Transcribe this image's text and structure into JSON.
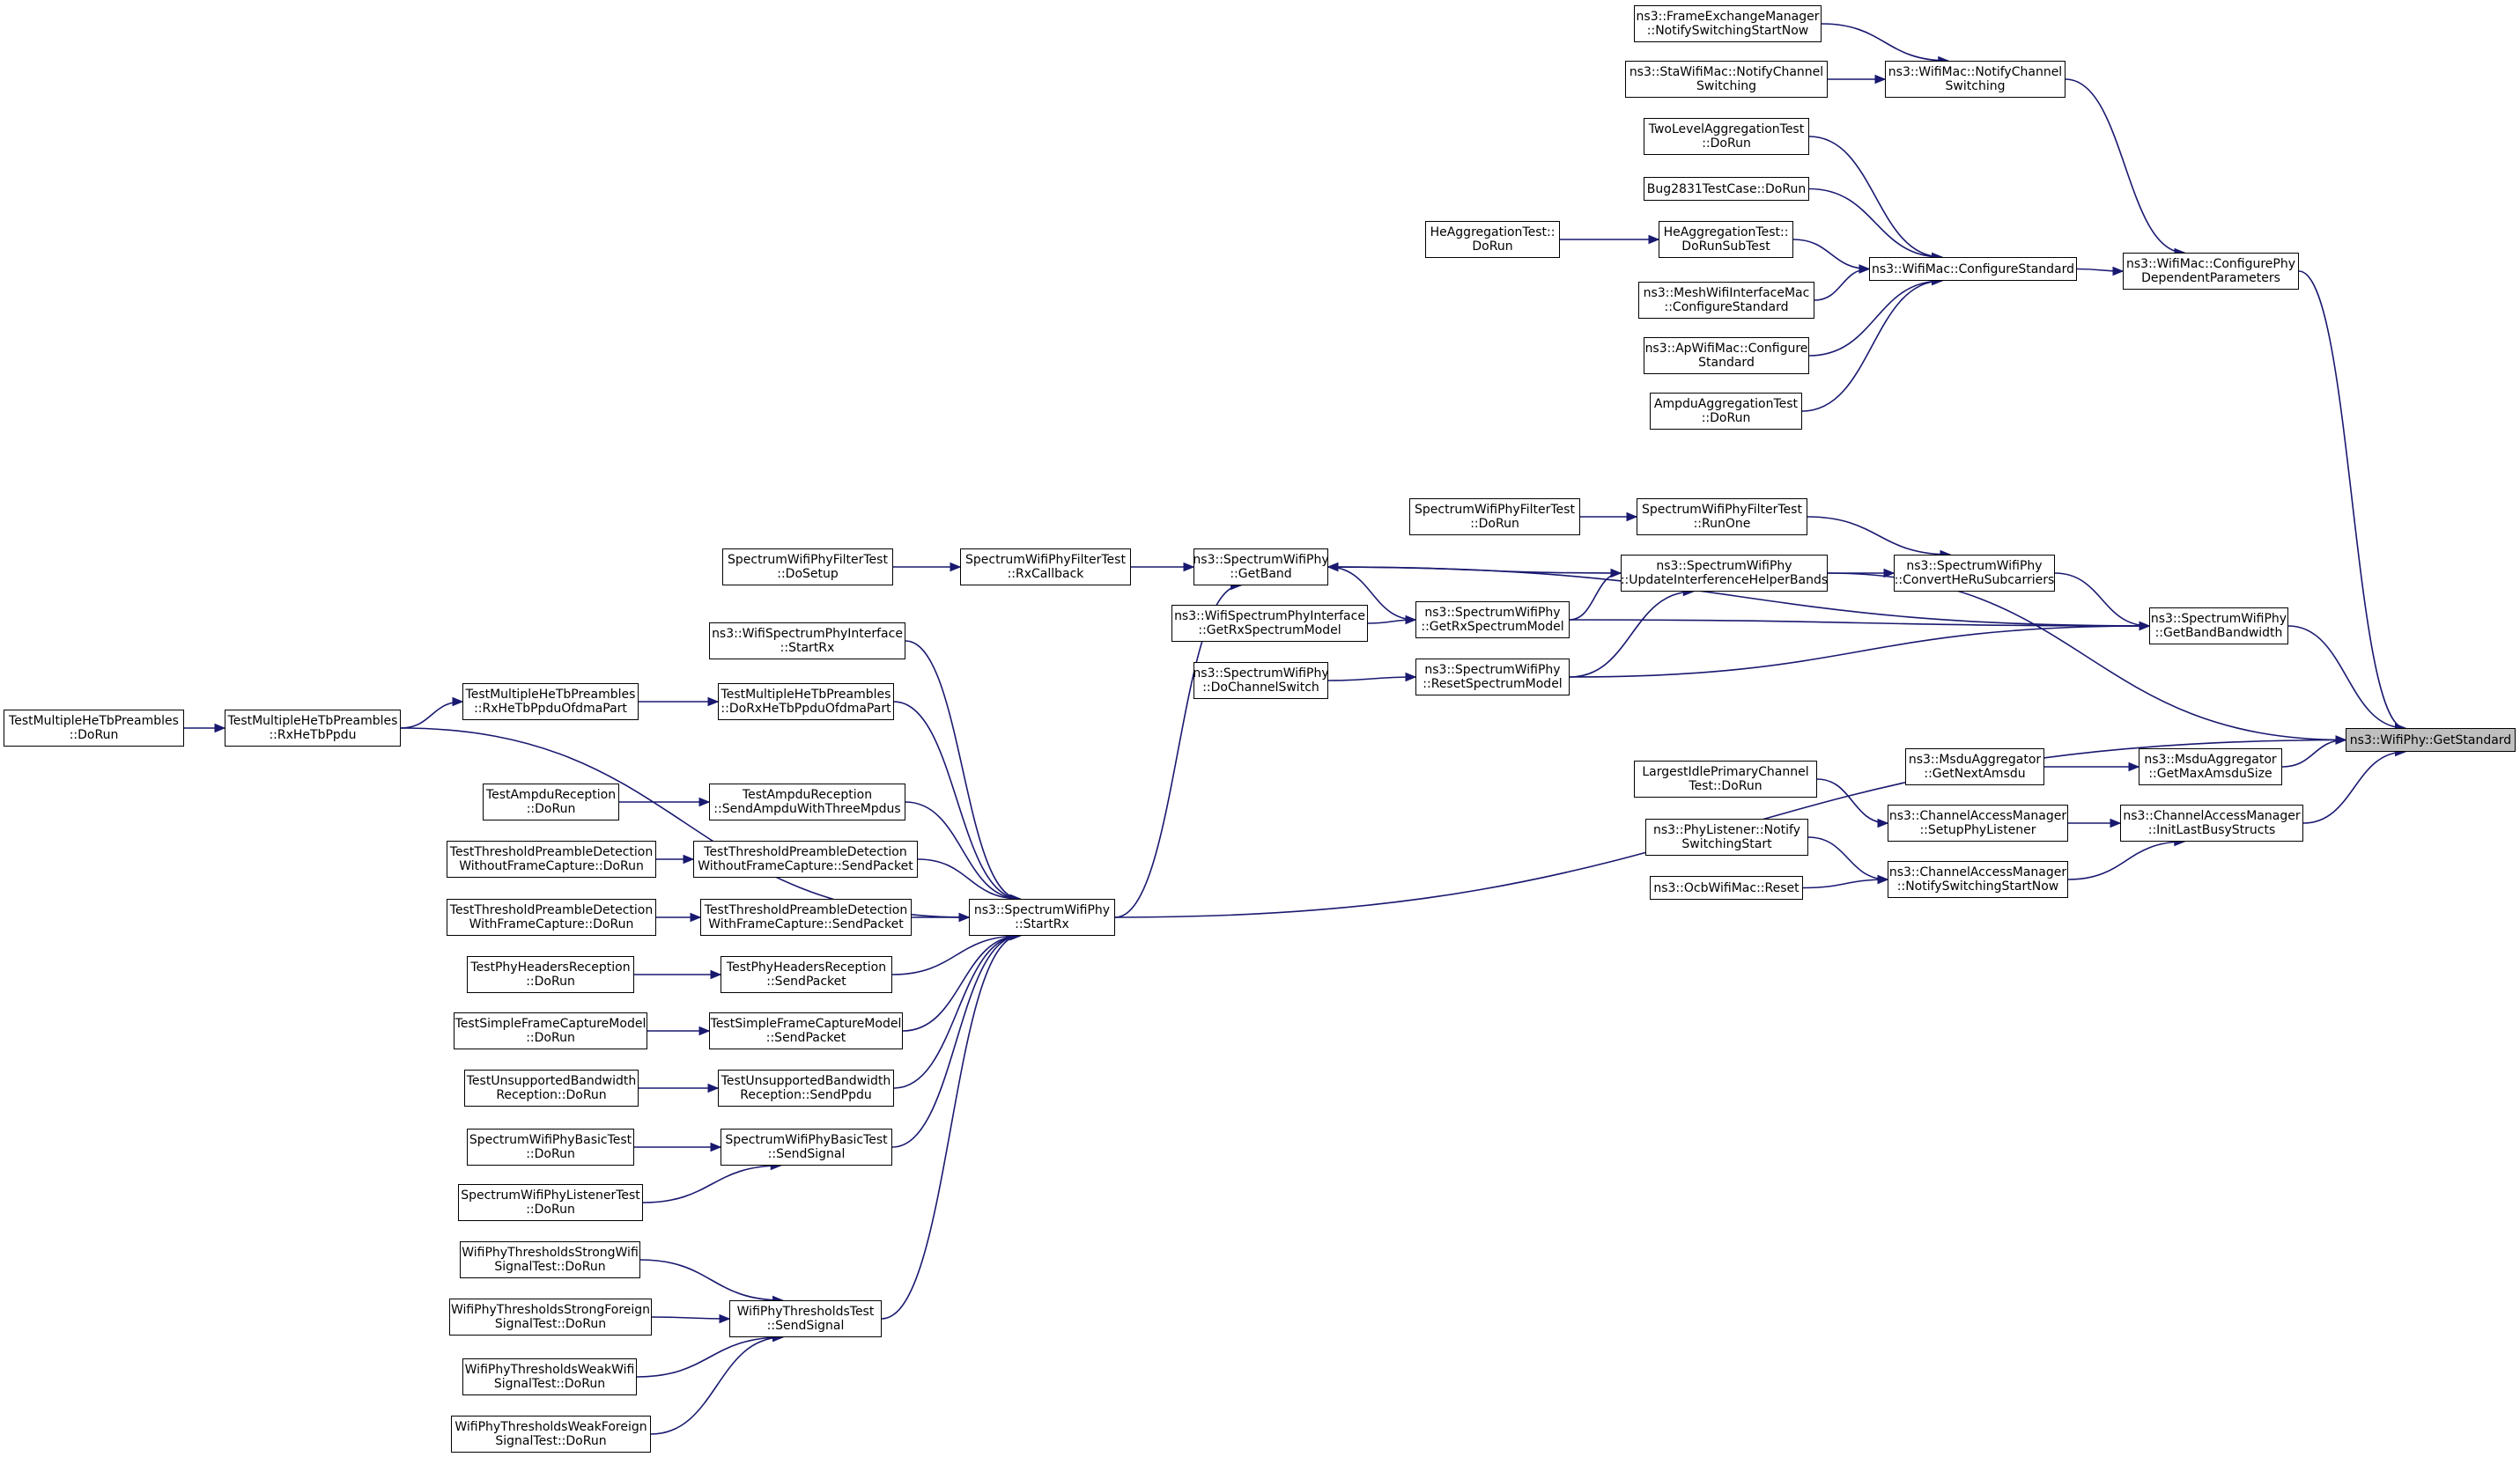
{
  "diagram": {
    "root_id": "GetStandard",
    "colors": {
      "edge": "#191970",
      "root_fill": "#bfbfbf",
      "node_border": "#000000"
    },
    "nodes": [
      {
        "id": "GetStandard",
        "lines": [
          "ns3::WifiPhy::GetStandard"
        ]
      },
      {
        "id": "ConfigurePhy",
        "lines": [
          "ns3::WifiMac::ConfigurePhy",
          "DependentParameters"
        ]
      },
      {
        "id": "GetBandBandwidth",
        "lines": [
          "ns3::SpectrumWifiPhy",
          "::GetBandBandwidth"
        ]
      },
      {
        "id": "GetMaxAmsduSize",
        "lines": [
          "ns3::MsduAggregator",
          "::GetMaxAmsduSize"
        ]
      },
      {
        "id": "InitLastBusyStructs",
        "lines": [
          "ns3::ChannelAccessManager",
          "::InitLastBusyStructs"
        ]
      },
      {
        "id": "NotifyChannelSwitching",
        "lines": [
          "ns3::WifiMac::NotifyChannel",
          "Switching"
        ]
      },
      {
        "id": "ConfigureStandard",
        "lines": [
          "ns3::WifiMac::ConfigureStandard"
        ]
      },
      {
        "id": "FEM_NotifySwitching",
        "lines": [
          "ns3::FrameExchangeManager",
          "::NotifySwitchingStartNow"
        ]
      },
      {
        "id": "StaNotifyChannel",
        "lines": [
          "ns3::StaWifiMac::NotifyChannel",
          "Switching"
        ]
      },
      {
        "id": "TwoLevelAgg",
        "lines": [
          "TwoLevelAggregationTest",
          "::DoRun"
        ]
      },
      {
        "id": "Bug2831",
        "lines": [
          "Bug2831TestCase::DoRun"
        ]
      },
      {
        "id": "HeAggDoRunSubTest",
        "lines": [
          "HeAggregationTest::",
          "DoRunSubTest"
        ]
      },
      {
        "id": "HeAggDoRun",
        "lines": [
          "HeAggregationTest::",
          "DoRun"
        ]
      },
      {
        "id": "MeshConfigure",
        "lines": [
          "ns3::MeshWifiInterfaceMac",
          "::ConfigureStandard"
        ]
      },
      {
        "id": "ApConfigure",
        "lines": [
          "ns3::ApWifiMac::Configure",
          "Standard"
        ]
      },
      {
        "id": "AmpduAgg",
        "lines": [
          "AmpduAggregationTest",
          "::DoRun"
        ]
      },
      {
        "id": "ConvertHeRu",
        "lines": [
          "ns3::SpectrumWifiPhy",
          "::ConvertHeRuSubcarriers"
        ]
      },
      {
        "id": "FilterRunOne",
        "lines": [
          "SpectrumWifiPhyFilterTest",
          "::RunOne"
        ]
      },
      {
        "id": "FilterDoRun",
        "lines": [
          "SpectrumWifiPhyFilterTest",
          "::DoRun"
        ]
      },
      {
        "id": "UpdateInterference",
        "lines": [
          "ns3::SpectrumWifiPhy",
          "::UpdateInterferenceHelperBands"
        ]
      },
      {
        "id": "GetBand",
        "lines": [
          "ns3::SpectrumWifiPhy",
          "::GetBand"
        ]
      },
      {
        "id": "FilterRxCallback",
        "lines": [
          "SpectrumWifiPhyFilterTest",
          "::RxCallback"
        ]
      },
      {
        "id": "FilterDoSetup",
        "lines": [
          "SpectrumWifiPhyFilterTest",
          "::DoSetup"
        ]
      },
      {
        "id": "GetRxSpectrumModel",
        "lines": [
          "ns3::SpectrumWifiPhy",
          "::GetRxSpectrumModel"
        ]
      },
      {
        "id": "IfaceGetRxSpectrumModel",
        "lines": [
          "ns3::WifiSpectrumPhyInterface",
          "::GetRxSpectrumModel"
        ]
      },
      {
        "id": "ResetSpectrumModel",
        "lines": [
          "ns3::SpectrumWifiPhy",
          "::ResetSpectrumModel"
        ]
      },
      {
        "id": "DoChannelSwitch",
        "lines": [
          "ns3::SpectrumWifiPhy",
          "::DoChannelSwitch"
        ]
      },
      {
        "id": "GetNextAmsdu",
        "lines": [
          "ns3::MsduAggregator",
          "::GetNextAmsdu"
        ]
      },
      {
        "id": "SetupPhyListener",
        "lines": [
          "ns3::ChannelAccessManager",
          "::SetupPhyListener"
        ]
      },
      {
        "id": "CAM_NotifySwitching",
        "lines": [
          "ns3::ChannelAccessManager",
          "::NotifySwitchingStartNow"
        ]
      },
      {
        "id": "LargestIdle",
        "lines": [
          "LargestIdlePrimaryChannel",
          "Test::DoRun"
        ]
      },
      {
        "id": "PhyListenerNotify",
        "lines": [
          "ns3::PhyListener::Notify",
          "SwitchingStart"
        ]
      },
      {
        "id": "OcbReset",
        "lines": [
          "ns3::OcbWifiMac::Reset"
        ]
      },
      {
        "id": "StartRx",
        "lines": [
          "ns3::SpectrumWifiPhy",
          "::StartRx"
        ]
      },
      {
        "id": "IfaceStartRx",
        "lines": [
          "ns3::WifiSpectrumPhyInterface",
          "::StartRx"
        ]
      },
      {
        "id": "DoRxHeTbPpdu",
        "lines": [
          "TestMultipleHeTbPreambles",
          "::DoRxHeTbPpduOfdmaPart"
        ]
      },
      {
        "id": "RxHeTbPpduOfdma",
        "lines": [
          "TestMultipleHeTbPreambles",
          "::RxHeTbPpduOfdmaPart"
        ]
      },
      {
        "id": "RxHeTbPpdu",
        "lines": [
          "TestMultipleHeTbPreambles",
          "::RxHeTbPpdu"
        ]
      },
      {
        "id": "MultiHeTbDoRun",
        "lines": [
          "TestMultipleHeTbPreambles",
          "::DoRun"
        ]
      },
      {
        "id": "SendAmpdu",
        "lines": [
          "TestAmpduReception",
          "::SendAmpduWithThreeMpdus"
        ]
      },
      {
        "id": "AmpduRecDoRun",
        "lines": [
          "TestAmpduReception",
          "::DoRun"
        ]
      },
      {
        "id": "TPD_NoCap_Send",
        "lines": [
          "TestThresholdPreambleDetection",
          "WithoutFrameCapture::SendPacket"
        ]
      },
      {
        "id": "TPD_NoCap_DoRun",
        "lines": [
          "TestThresholdPreambleDetection",
          "WithoutFrameCapture::DoRun"
        ]
      },
      {
        "id": "TPD_Cap_Send",
        "lines": [
          "TestThresholdPreambleDetection",
          "WithFrameCapture::SendPacket"
        ]
      },
      {
        "id": "TPD_Cap_DoRun",
        "lines": [
          "TestThresholdPreambleDetection",
          "WithFrameCapture::DoRun"
        ]
      },
      {
        "id": "PhyHeadersSend",
        "lines": [
          "TestPhyHeadersReception",
          "::SendPacket"
        ]
      },
      {
        "id": "PhyHeadersDoRun",
        "lines": [
          "TestPhyHeadersReception",
          "::DoRun"
        ]
      },
      {
        "id": "SimpleCapSend",
        "lines": [
          "TestSimpleFrameCaptureModel",
          "::SendPacket"
        ]
      },
      {
        "id": "SimpleCapDoRun",
        "lines": [
          "TestSimpleFrameCaptureModel",
          "::DoRun"
        ]
      },
      {
        "id": "UnsupSend",
        "lines": [
          "TestUnsupportedBandwidth",
          "Reception::SendPpdu"
        ]
      },
      {
        "id": "UnsupDoRun",
        "lines": [
          "TestUnsupportedBandwidth",
          "Reception::DoRun"
        ]
      },
      {
        "id": "BasicSend",
        "lines": [
          "SpectrumWifiPhyBasicTest",
          "::SendSignal"
        ]
      },
      {
        "id": "BasicDoRun",
        "lines": [
          "SpectrumWifiPhyBasicTest",
          "::DoRun"
        ]
      },
      {
        "id": "ListenerDoRun",
        "lines": [
          "SpectrumWifiPhyListenerTest",
          "::DoRun"
        ]
      },
      {
        "id": "ThreshSend",
        "lines": [
          "WifiPhyThresholdsTest",
          "::SendSignal"
        ]
      },
      {
        "id": "ThreshStrongWifi",
        "lines": [
          "WifiPhyThresholdsStrongWifi",
          "SignalTest::DoRun"
        ]
      },
      {
        "id": "ThreshStrongForeign",
        "lines": [
          "WifiPhyThresholdsStrongForeign",
          "SignalTest::DoRun"
        ]
      },
      {
        "id": "ThreshWeakWifi",
        "lines": [
          "WifiPhyThresholdsWeakWifi",
          "SignalTest::DoRun"
        ]
      },
      {
        "id": "ThreshWeakForeign",
        "lines": [
          "WifiPhyThresholdsWeakForeign",
          "SignalTest::DoRun"
        ]
      }
    ],
    "edges": [
      [
        "ConfigurePhy",
        "GetStandard"
      ],
      [
        "GetBandBandwidth",
        "GetStandard"
      ],
      [
        "GetMaxAmsduSize",
        "GetStandard"
      ],
      [
        "InitLastBusyStructs",
        "GetStandard"
      ],
      [
        "UpdateInterference",
        "GetStandard"
      ],
      [
        "StartRx",
        "GetStandard"
      ],
      [
        "NotifyChannelSwitching",
        "ConfigurePhy"
      ],
      [
        "ConfigureStandard",
        "ConfigurePhy"
      ],
      [
        "FEM_NotifySwitching",
        "NotifyChannelSwitching"
      ],
      [
        "StaNotifyChannel",
        "NotifyChannelSwitching"
      ],
      [
        "TwoLevelAgg",
        "ConfigureStandard"
      ],
      [
        "Bug2831",
        "ConfigureStandard"
      ],
      [
        "HeAggDoRunSubTest",
        "ConfigureStandard"
      ],
      [
        "MeshConfigure",
        "ConfigureStandard"
      ],
      [
        "ApConfigure",
        "ConfigureStandard"
      ],
      [
        "AmpduAgg",
        "ConfigureStandard"
      ],
      [
        "HeAggDoRun",
        "HeAggDoRunSubTest"
      ],
      [
        "ConvertHeRu",
        "GetBandBandwidth"
      ],
      [
        "GetBand",
        "GetBandBandwidth"
      ],
      [
        "GetRxSpectrumModel",
        "GetBandBandwidth"
      ],
      [
        "ResetSpectrumModel",
        "GetBandBandwidth"
      ],
      [
        "FilterRunOne",
        "ConvertHeRu"
      ],
      [
        "UpdateInterference",
        "ConvertHeRu"
      ],
      [
        "FilterDoRun",
        "FilterRunOne"
      ],
      [
        "UpdateInterference",
        "GetBand"
      ],
      [
        "GetRxSpectrumModel",
        "GetBand"
      ],
      [
        "FilterRxCallback",
        "GetBand"
      ],
      [
        "StartRx",
        "GetBand"
      ],
      [
        "GetRxSpectrumModel",
        "UpdateInterference"
      ],
      [
        "ResetSpectrumModel",
        "UpdateInterference"
      ],
      [
        "FilterDoSetup",
        "FilterRxCallback"
      ],
      [
        "IfaceGetRxSpectrumModel",
        "GetRxSpectrumModel"
      ],
      [
        "DoChannelSwitch",
        "ResetSpectrumModel"
      ],
      [
        "GetNextAmsdu",
        "GetMaxAmsduSize"
      ],
      [
        "SetupPhyListener",
        "InitLastBusyStructs"
      ],
      [
        "CAM_NotifySwitching",
        "InitLastBusyStructs"
      ],
      [
        "LargestIdle",
        "SetupPhyListener"
      ],
      [
        "PhyListenerNotify",
        "CAM_NotifySwitching"
      ],
      [
        "OcbReset",
        "CAM_NotifySwitching"
      ],
      [
        "IfaceStartRx",
        "StartRx"
      ],
      [
        "DoRxHeTbPpdu",
        "StartRx"
      ],
      [
        "RxHeTbPpdu",
        "StartRx"
      ],
      [
        "SendAmpdu",
        "StartRx"
      ],
      [
        "TPD_NoCap_Send",
        "StartRx"
      ],
      [
        "TPD_Cap_Send",
        "StartRx"
      ],
      [
        "PhyHeadersSend",
        "StartRx"
      ],
      [
        "SimpleCapSend",
        "StartRx"
      ],
      [
        "UnsupSend",
        "StartRx"
      ],
      [
        "BasicSend",
        "StartRx"
      ],
      [
        "ThreshSend",
        "StartRx"
      ],
      [
        "RxHeTbPpduOfdma",
        "DoRxHeTbPpdu"
      ],
      [
        "RxHeTbPpdu",
        "RxHeTbPpduOfdma"
      ],
      [
        "MultiHeTbDoRun",
        "RxHeTbPpdu"
      ],
      [
        "AmpduRecDoRun",
        "SendAmpdu"
      ],
      [
        "TPD_NoCap_DoRun",
        "TPD_NoCap_Send"
      ],
      [
        "TPD_Cap_DoRun",
        "TPD_Cap_Send"
      ],
      [
        "PhyHeadersDoRun",
        "PhyHeadersSend"
      ],
      [
        "SimpleCapDoRun",
        "SimpleCapSend"
      ],
      [
        "UnsupDoRun",
        "UnsupSend"
      ],
      [
        "BasicDoRun",
        "BasicSend"
      ],
      [
        "ListenerDoRun",
        "BasicSend"
      ],
      [
        "ThreshStrongWifi",
        "ThreshSend"
      ],
      [
        "ThreshStrongForeign",
        "ThreshSend"
      ],
      [
        "ThreshWeakWifi",
        "ThreshSend"
      ],
      [
        "ThreshWeakForeign",
        "ThreshSend"
      ]
    ]
  }
}
